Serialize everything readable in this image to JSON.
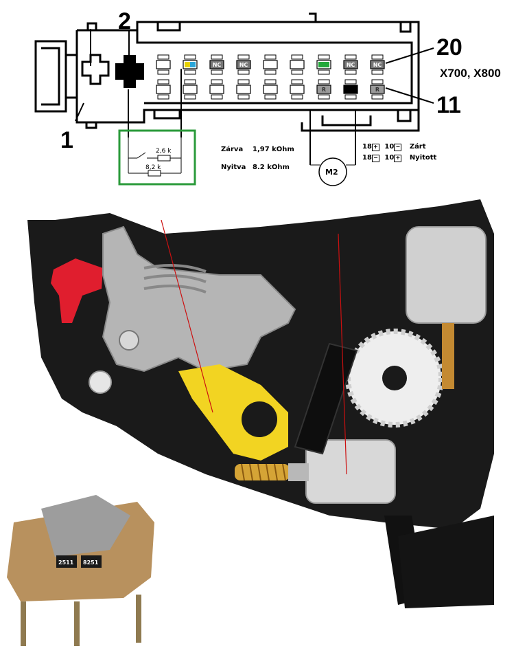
{
  "connector": {
    "pin_labels": {
      "pin1": "1",
      "pin2": "2",
      "pin20": "20",
      "pin11": "11"
    },
    "models": "X700, X800",
    "upper_row": [
      {
        "type": "blank"
      },
      {
        "type": "colored",
        "colors": [
          "#e6d100",
          "#2aa6d9"
        ]
      },
      {
        "type": "nc",
        "label": "NC"
      },
      {
        "type": "nc",
        "label": "NC"
      },
      {
        "type": "blank"
      },
      {
        "type": "blank"
      },
      {
        "type": "colored",
        "colors": [
          "#22a83a"
        ]
      },
      {
        "type": "nc",
        "label": "NC"
      },
      {
        "type": "nc",
        "label": "NC"
      }
    ],
    "lower_row": [
      {
        "type": "blank"
      },
      {
        "type": "blank"
      },
      {
        "type": "blank"
      },
      {
        "type": "blank"
      },
      {
        "type": "blank"
      },
      {
        "type": "blank"
      },
      {
        "type": "r",
        "label": "R"
      },
      {
        "type": "filled"
      },
      {
        "type": "r",
        "label": "R"
      }
    ]
  },
  "switch_circuit": {
    "resistor_top": "2,6 k",
    "resistor_bottom": "8,2 k",
    "border_color": "#2a9a3a"
  },
  "states": {
    "closed_label": "Zárva",
    "closed_value": "1,97 kOhm",
    "open_label": "Nyitva",
    "open_value": "8.2 kOhm"
  },
  "motor": {
    "label": "M2"
  },
  "polarity": {
    "row1": {
      "pin_a": "18",
      "sign_a": "+",
      "pin_b": "10",
      "sign_b": "−",
      "text": "Zárt"
    },
    "row2": {
      "pin_a": "18",
      "sign_a": "−",
      "pin_b": "10",
      "sign_b": "+",
      "text": "Nyitott"
    }
  },
  "switch_part": {
    "resistor1": "2511",
    "resistor2": "8251"
  },
  "colors": {
    "wire": "#cc1010",
    "housing": "#1a1a1a",
    "gear_yellow": "#f2d422",
    "gear_white": "#eeeeee",
    "lever_red": "#e01e2e"
  }
}
